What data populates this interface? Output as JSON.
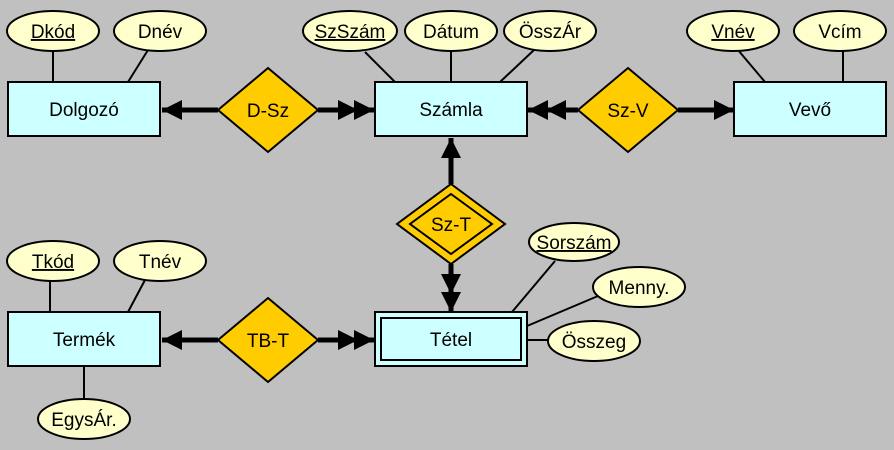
{
  "colors": {
    "background": "#c0c0c0",
    "entity_fill": "#ccffff",
    "attribute_fill": "#ffffcc",
    "relationship_fill": "#ffcc00",
    "line": "#000000"
  },
  "entities": {
    "dolgozo": "Dolgozó",
    "szamla": "Számla",
    "vevo": "Vevő",
    "termek": "Termék",
    "tetel": "Tétel"
  },
  "relationships": {
    "d_sz": "D-Sz",
    "sz_v": "Sz-V",
    "sz_t": "Sz-T",
    "tb_t": "TB-T"
  },
  "attributes": {
    "dkod": "Dkód",
    "dnev": "Dnév",
    "szszam": "SzSzám",
    "datum": "Dátum",
    "osszar": "ÖsszÁr",
    "vnev": "Vnév",
    "vcim": "Vcím",
    "tkod": "Tkód",
    "tnev": "Tnév",
    "egysar": "EgysÁr.",
    "sorszam": "Sorszám",
    "menny": "Menny.",
    "osszeg": "Összeg"
  }
}
